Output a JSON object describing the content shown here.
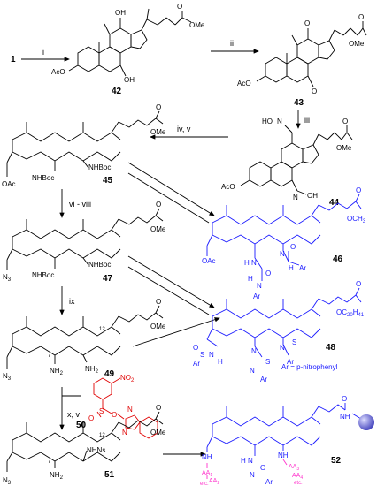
{
  "compounds": {
    "c1": "1",
    "c42": "42",
    "c43": "43",
    "c44": "44",
    "c45": "45",
    "c46": "46",
    "c47": "47",
    "c48": "48",
    "c49": "49",
    "c50": "50",
    "c51": "51",
    "c52": "52"
  },
  "steps": {
    "s1": "i",
    "s2": "ii",
    "s3": "iii",
    "s4": "iv, v",
    "s5": "vi - viii",
    "s6": "ix",
    "s7": "x, v"
  },
  "groups": {
    "oh": "OH",
    "ome": "OMe",
    "aco": "AcO",
    "o": "O",
    "hon": "HO",
    "n": "N",
    "nhboc": "NHBoc",
    "oac": "OAc",
    "n3": "N",
    "n3_sub": "3",
    "nh2": "NH",
    "nh2_sub": "2",
    "nhns": "NHNs",
    "h": "H",
    "ch3": "OCH",
    "ch3_sub": "3",
    "ar": "Ar",
    "s": "S",
    "oc20h41": "OC",
    "oc20_sub1": "20",
    "oc20_h": "H",
    "oc20_sub2": "41",
    "no2": "NO",
    "no2_sub": "2",
    "pos12": "12",
    "pos7": "7",
    "ar_def": "Ar = p-nitrophenyl",
    "aa1": "AA",
    "aa1_sub": "1",
    "aa2": "AA",
    "aa2_sub": "2",
    "aa3": "AA",
    "aa3_sub": "3",
    "aa4": "AA",
    "aa4_sub": "4",
    "etc": "etc.",
    "nh": "NH"
  },
  "colors": {
    "black": "#000000",
    "blue": "#1a1aff",
    "red": "#e00000",
    "pink": "#ff33cc",
    "bead": "#6b6bd6"
  }
}
